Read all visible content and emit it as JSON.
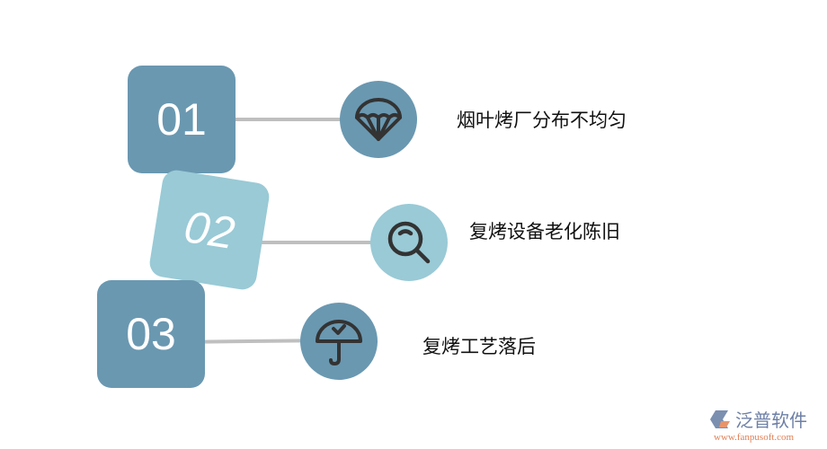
{
  "colors": {
    "dark": "#6a98b1",
    "light": "#99cad6",
    "line": "#bfbfbf",
    "icon": "#333333"
  },
  "items": [
    {
      "number": "01",
      "text": "烟叶烤厂分布不均匀",
      "icon": "parachute-icon"
    },
    {
      "number": "02",
      "text": "复烤设备老化陈旧",
      "icon": "magnifier-icon"
    },
    {
      "number": "03",
      "text": "复烤工艺落后",
      "icon": "umbrella-check-icon"
    }
  ],
  "logo": {
    "name": "泛普软件",
    "url": "www.fanpusoft.com"
  }
}
